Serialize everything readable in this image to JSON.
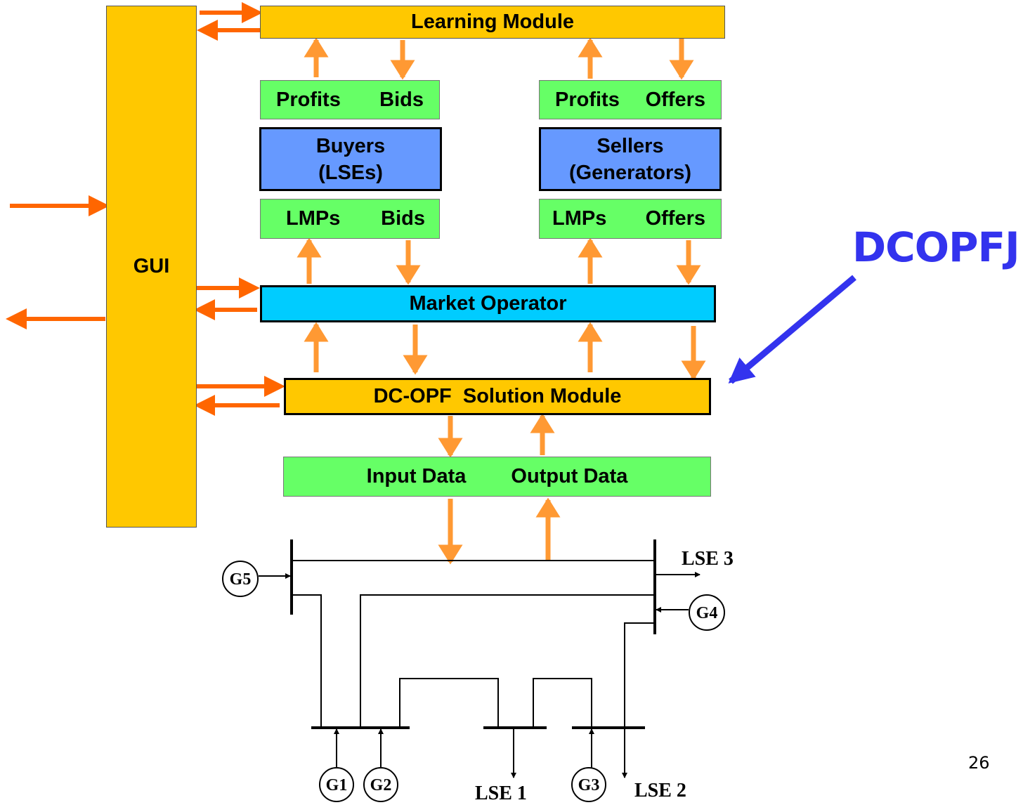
{
  "gui": {
    "label": "GUI"
  },
  "learning_module": {
    "label": "Learning Module"
  },
  "buyer_feedback": {
    "profits": "Profits",
    "bids": "Bids"
  },
  "seller_feedback": {
    "profits": "Profits",
    "offers": "Offers"
  },
  "buyers": {
    "line1": "Buyers",
    "line2": "(LSEs)"
  },
  "sellers": {
    "line1": "Sellers",
    "line2": "(Generators)"
  },
  "buyer_market": {
    "lmps": "LMPs",
    "bids": "Bids"
  },
  "seller_market": {
    "lmps": "LMPs",
    "offers": "Offers"
  },
  "market_operator": {
    "label": "Market Operator"
  },
  "dcopf_module": {
    "label": "DC-OPF  Solution Module"
  },
  "data_box": {
    "input": "Input Data",
    "output": "Output Data"
  },
  "callout": {
    "label": "DCOPFJ"
  },
  "grid": {
    "generators": [
      "G1",
      "G2",
      "G3",
      "G4",
      "G5"
    ],
    "lses": [
      "LSE 1",
      "LSE 2",
      "LSE 3"
    ]
  },
  "page_number": "26",
  "colors": {
    "arrow_orange": "#ff6600",
    "arrow_light_orange": "#ff9933",
    "module_gold": "#ffc800",
    "data_green": "#66ff66",
    "agent_blue": "#6699ff",
    "operator_cyan": "#00ccff",
    "callout_blue": "#3333ee"
  }
}
